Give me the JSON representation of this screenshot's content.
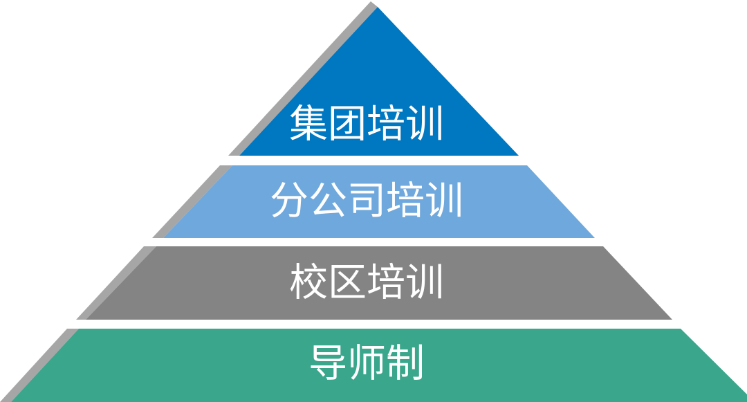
{
  "colors": {
    "shadow": "#a6a6a6",
    "background": "#ffffff",
    "label": "#ffffff"
  },
  "tiers": [
    {
      "label": "集团培训",
      "color": "#0077c1"
    },
    {
      "label": "分公司培训",
      "color": "#6fa8dc"
    },
    {
      "label": "校区培训",
      "color": "#848484"
    },
    {
      "label": "导师制",
      "color": "#3aa68b"
    }
  ]
}
